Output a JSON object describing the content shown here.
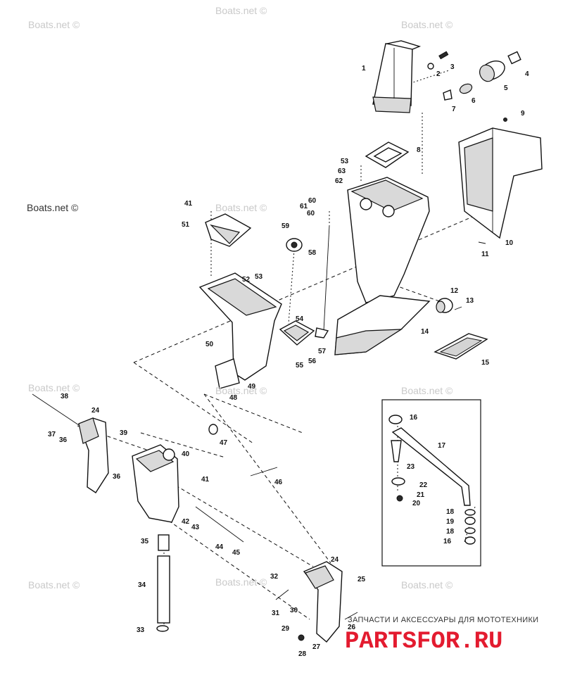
{
  "watermarks": [
    "Boats.net ©",
    "Boats.net ©",
    "Boats.net ©",
    "Boats.net ©",
    "Boats.net ©",
    "Boats.net ©",
    "Boats.net ©",
    "Boats.net ©",
    "Boats.net ©",
    "Boats.net ©",
    "Boats.net ©"
  ],
  "brand": {
    "subtitle": "ЗАПЧАСТИ И АКСЕССУАРЫ ДЛЯ МОТОТЕХНИКИ",
    "logo": "PARTSFOR.RU",
    "logo_color": "#e31b2f"
  },
  "callouts": [
    "1",
    "2",
    "3",
    "4",
    "5",
    "6",
    "7",
    "8",
    "9",
    "10",
    "11",
    "12",
    "13",
    "14",
    "15",
    "16",
    "17",
    "23",
    "22",
    "21",
    "20",
    "18",
    "19",
    "18",
    "16",
    "53",
    "63",
    "62",
    "60",
    "61",
    "60",
    "41",
    "51",
    "59",
    "58",
    "52",
    "53",
    "54",
    "50",
    "57",
    "56",
    "55",
    "49",
    "48",
    "38",
    "24",
    "37",
    "36",
    "39",
    "36",
    "40",
    "47",
    "46",
    "41",
    "42",
    "43",
    "44",
    "45",
    "35",
    "34",
    "33",
    "24",
    "25",
    "32",
    "31",
    "30",
    "29",
    "26",
    "27",
    "28"
  ]
}
